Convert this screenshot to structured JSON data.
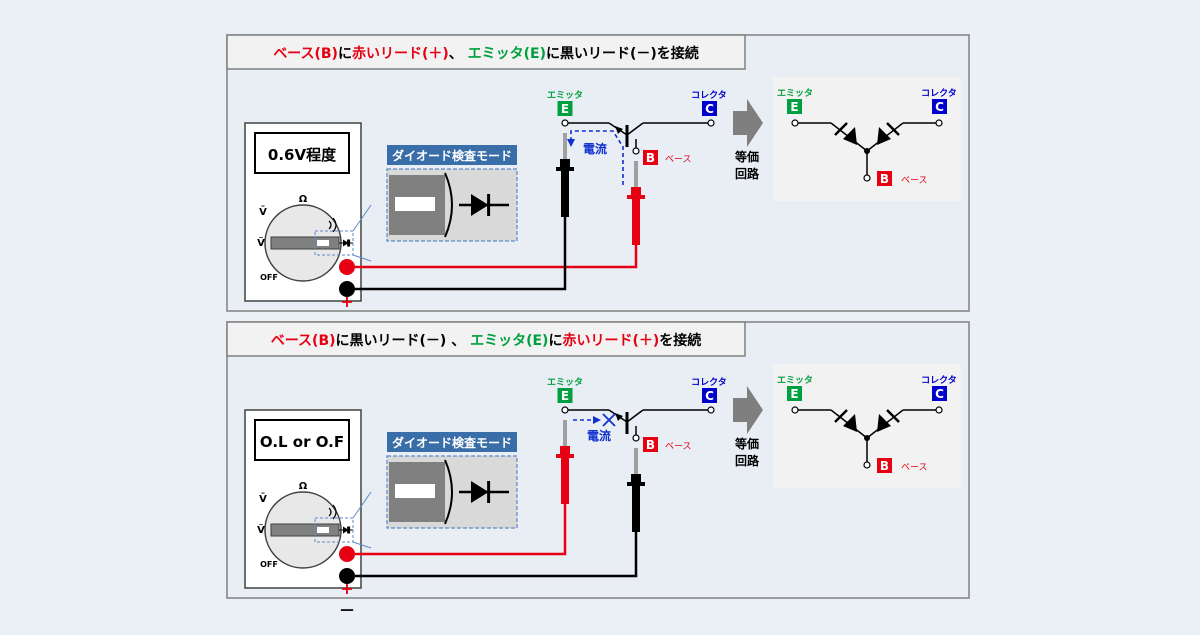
{
  "colors": {
    "red": "#e60012",
    "green": "#00a040",
    "blue": "#0000cc",
    "black": "#000000",
    "panel_border": "#808080",
    "dash_blue": "#1030d0",
    "mode_box": "#3a6ea8",
    "arrow_gray": "#7f7f7f"
  },
  "panels": [
    {
      "title_parts": [
        {
          "text": "ベース(B)",
          "color": "red"
        },
        {
          "text": "に",
          "color": "black"
        },
        {
          "text": "赤いリード(＋)",
          "color": "red"
        },
        {
          "text": "、 ",
          "color": "black"
        },
        {
          "text": "エミッタ(E)",
          "color": "green"
        },
        {
          "text": "に黒いリード(－)を接続",
          "color": "black"
        }
      ],
      "display": "0.6V程度",
      "current_label": "電流",
      "current_flows": true
    },
    {
      "title_parts": [
        {
          "text": "ベース(B)",
          "color": "red"
        },
        {
          "text": "に黒いリード(－) 、 ",
          "color": "black"
        },
        {
          "text": "エミッタ(E)",
          "color": "green"
        },
        {
          "text": "に",
          "color": "black"
        },
        {
          "text": "赤いリード(＋)",
          "color": "red"
        },
        {
          "text": "を接続",
          "color": "black"
        }
      ],
      "display": "O.L or O.F",
      "current_label": "電流",
      "current_flows": false
    }
  ],
  "meter": {
    "dial_ohm": "Ω",
    "dial_dcv": "V̄",
    "dial_acv": "Ṽ",
    "dial_off": "OFF",
    "plus_sign": "+",
    "minus_sign": "－",
    "mode_label": "ダイオード検査モード"
  },
  "transistor": {
    "emitter_caption": "エミッタ",
    "emitter_letter": "E",
    "collector_caption": "コレクタ",
    "collector_letter": "C",
    "base_letter": "B",
    "base_caption": "ベース"
  },
  "equivalent": {
    "label_line1": "等価",
    "label_line2": "回路"
  }
}
